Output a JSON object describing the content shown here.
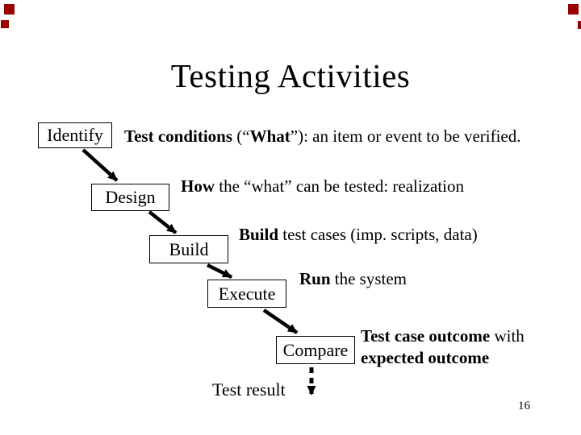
{
  "slide": {
    "title": "Testing Activities",
    "page_number": "16"
  },
  "decor": {
    "corner_square_color": "#9b0000",
    "arrow_color": "#000000"
  },
  "diagram": {
    "boxes": [
      {
        "label": "Identify"
      },
      {
        "label": "Design"
      },
      {
        "label": "Build"
      },
      {
        "label": "Execute"
      },
      {
        "label": "Compare"
      }
    ],
    "descriptions": [
      {
        "segments": [
          {
            "text": "Test conditions",
            "bold": true
          },
          {
            "text": " (“",
            "bold": false
          },
          {
            "text": "What",
            "bold": true
          },
          {
            "text": "”): an item or event to be verified.",
            "bold": false
          }
        ]
      },
      {
        "segments": [
          {
            "text": "How",
            "bold": true
          },
          {
            "text": " the “what” can be tested: realization",
            "bold": false
          }
        ]
      },
      {
        "segments": [
          {
            "text": "Build",
            "bold": true
          },
          {
            "text": " test cases (imp. scripts, data)",
            "bold": false
          }
        ]
      },
      {
        "segments": [
          {
            "text": "Run",
            "bold": true
          },
          {
            "text": " the system",
            "bold": false
          }
        ]
      },
      {
        "line1": [
          {
            "text": "Test case outcome",
            "bold": true
          },
          {
            "text": " with",
            "bold": false
          }
        ],
        "line2": [
          {
            "text": "expected outcome",
            "bold": true
          }
        ]
      }
    ],
    "footer_label": "Test result"
  }
}
